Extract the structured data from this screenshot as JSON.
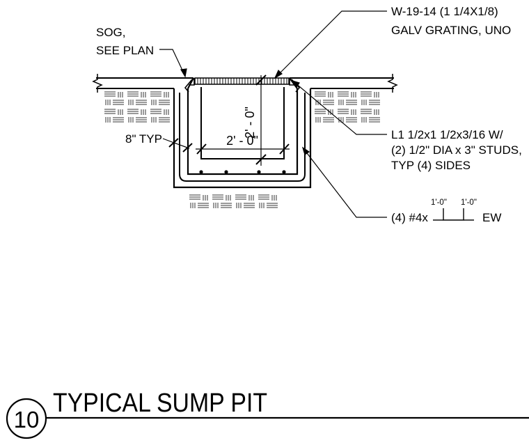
{
  "notes": {
    "grating_line1": "W-19-14 (1 1/4X1/8)",
    "grating_line2": "GALV GRATING, UNO",
    "sog_line1": "SOG,",
    "sog_line2": "SEE PLAN",
    "angle_line1": "L1 1/2x1 1/2x3/16 W/",
    "angle_line2": "(2) 1/2\" DIA x 3\" STUDS,",
    "angle_line3": "TYP (4) SIDES",
    "wall_thickness": "8\" TYP",
    "rebar_prefix": "(4) #4x",
    "rebar_leg_left": "1'-0\"",
    "rebar_leg_right": "1'-0\"",
    "rebar_suffix": "EW"
  },
  "dimensions": {
    "depth": "2' - 0\"",
    "width": "2' - 0\""
  },
  "title_block": {
    "detail_number": "10",
    "title": "TYPICAL SUMP PIT"
  }
}
